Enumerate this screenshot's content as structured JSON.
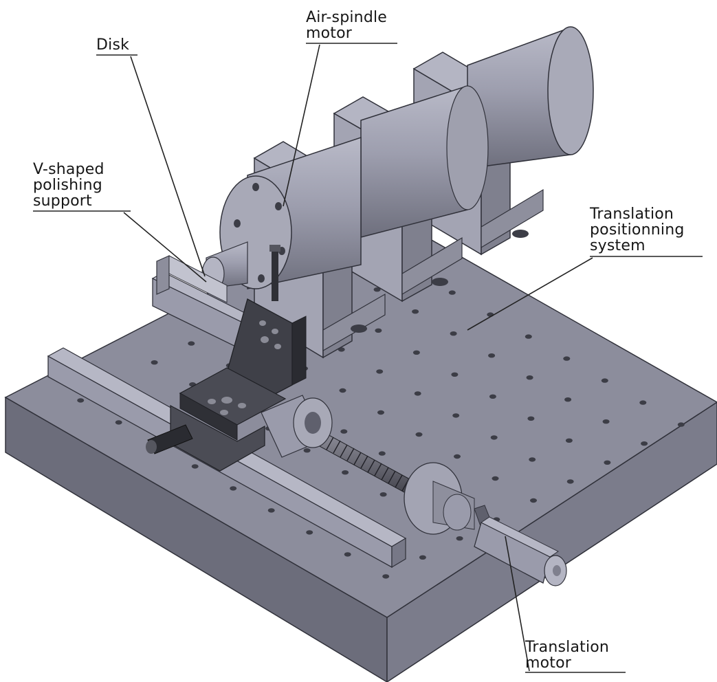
{
  "labels": {
    "disk": [
      "Disk"
    ],
    "air_spindle_motor": [
      "Air-spindle",
      "motor"
    ],
    "v_shaped_polishing_support": [
      "V-shaped",
      "polishing",
      "support"
    ],
    "translation_positioning_system": [
      "Translation",
      "positionning",
      "system"
    ],
    "translation_motor": [
      "Translation",
      "motor"
    ]
  },
  "colors": {
    "plate_top": "#8c8d9c",
    "plate_side": "#7b7c8b",
    "plate_front": "#6c6d7b",
    "metal": "#9a9bab",
    "metal_light": "#b6b7c5",
    "metal_dark": "#5f606d",
    "dark_part": "#3f4048",
    "hole": "#3c3d46",
    "leader": "#222222"
  }
}
